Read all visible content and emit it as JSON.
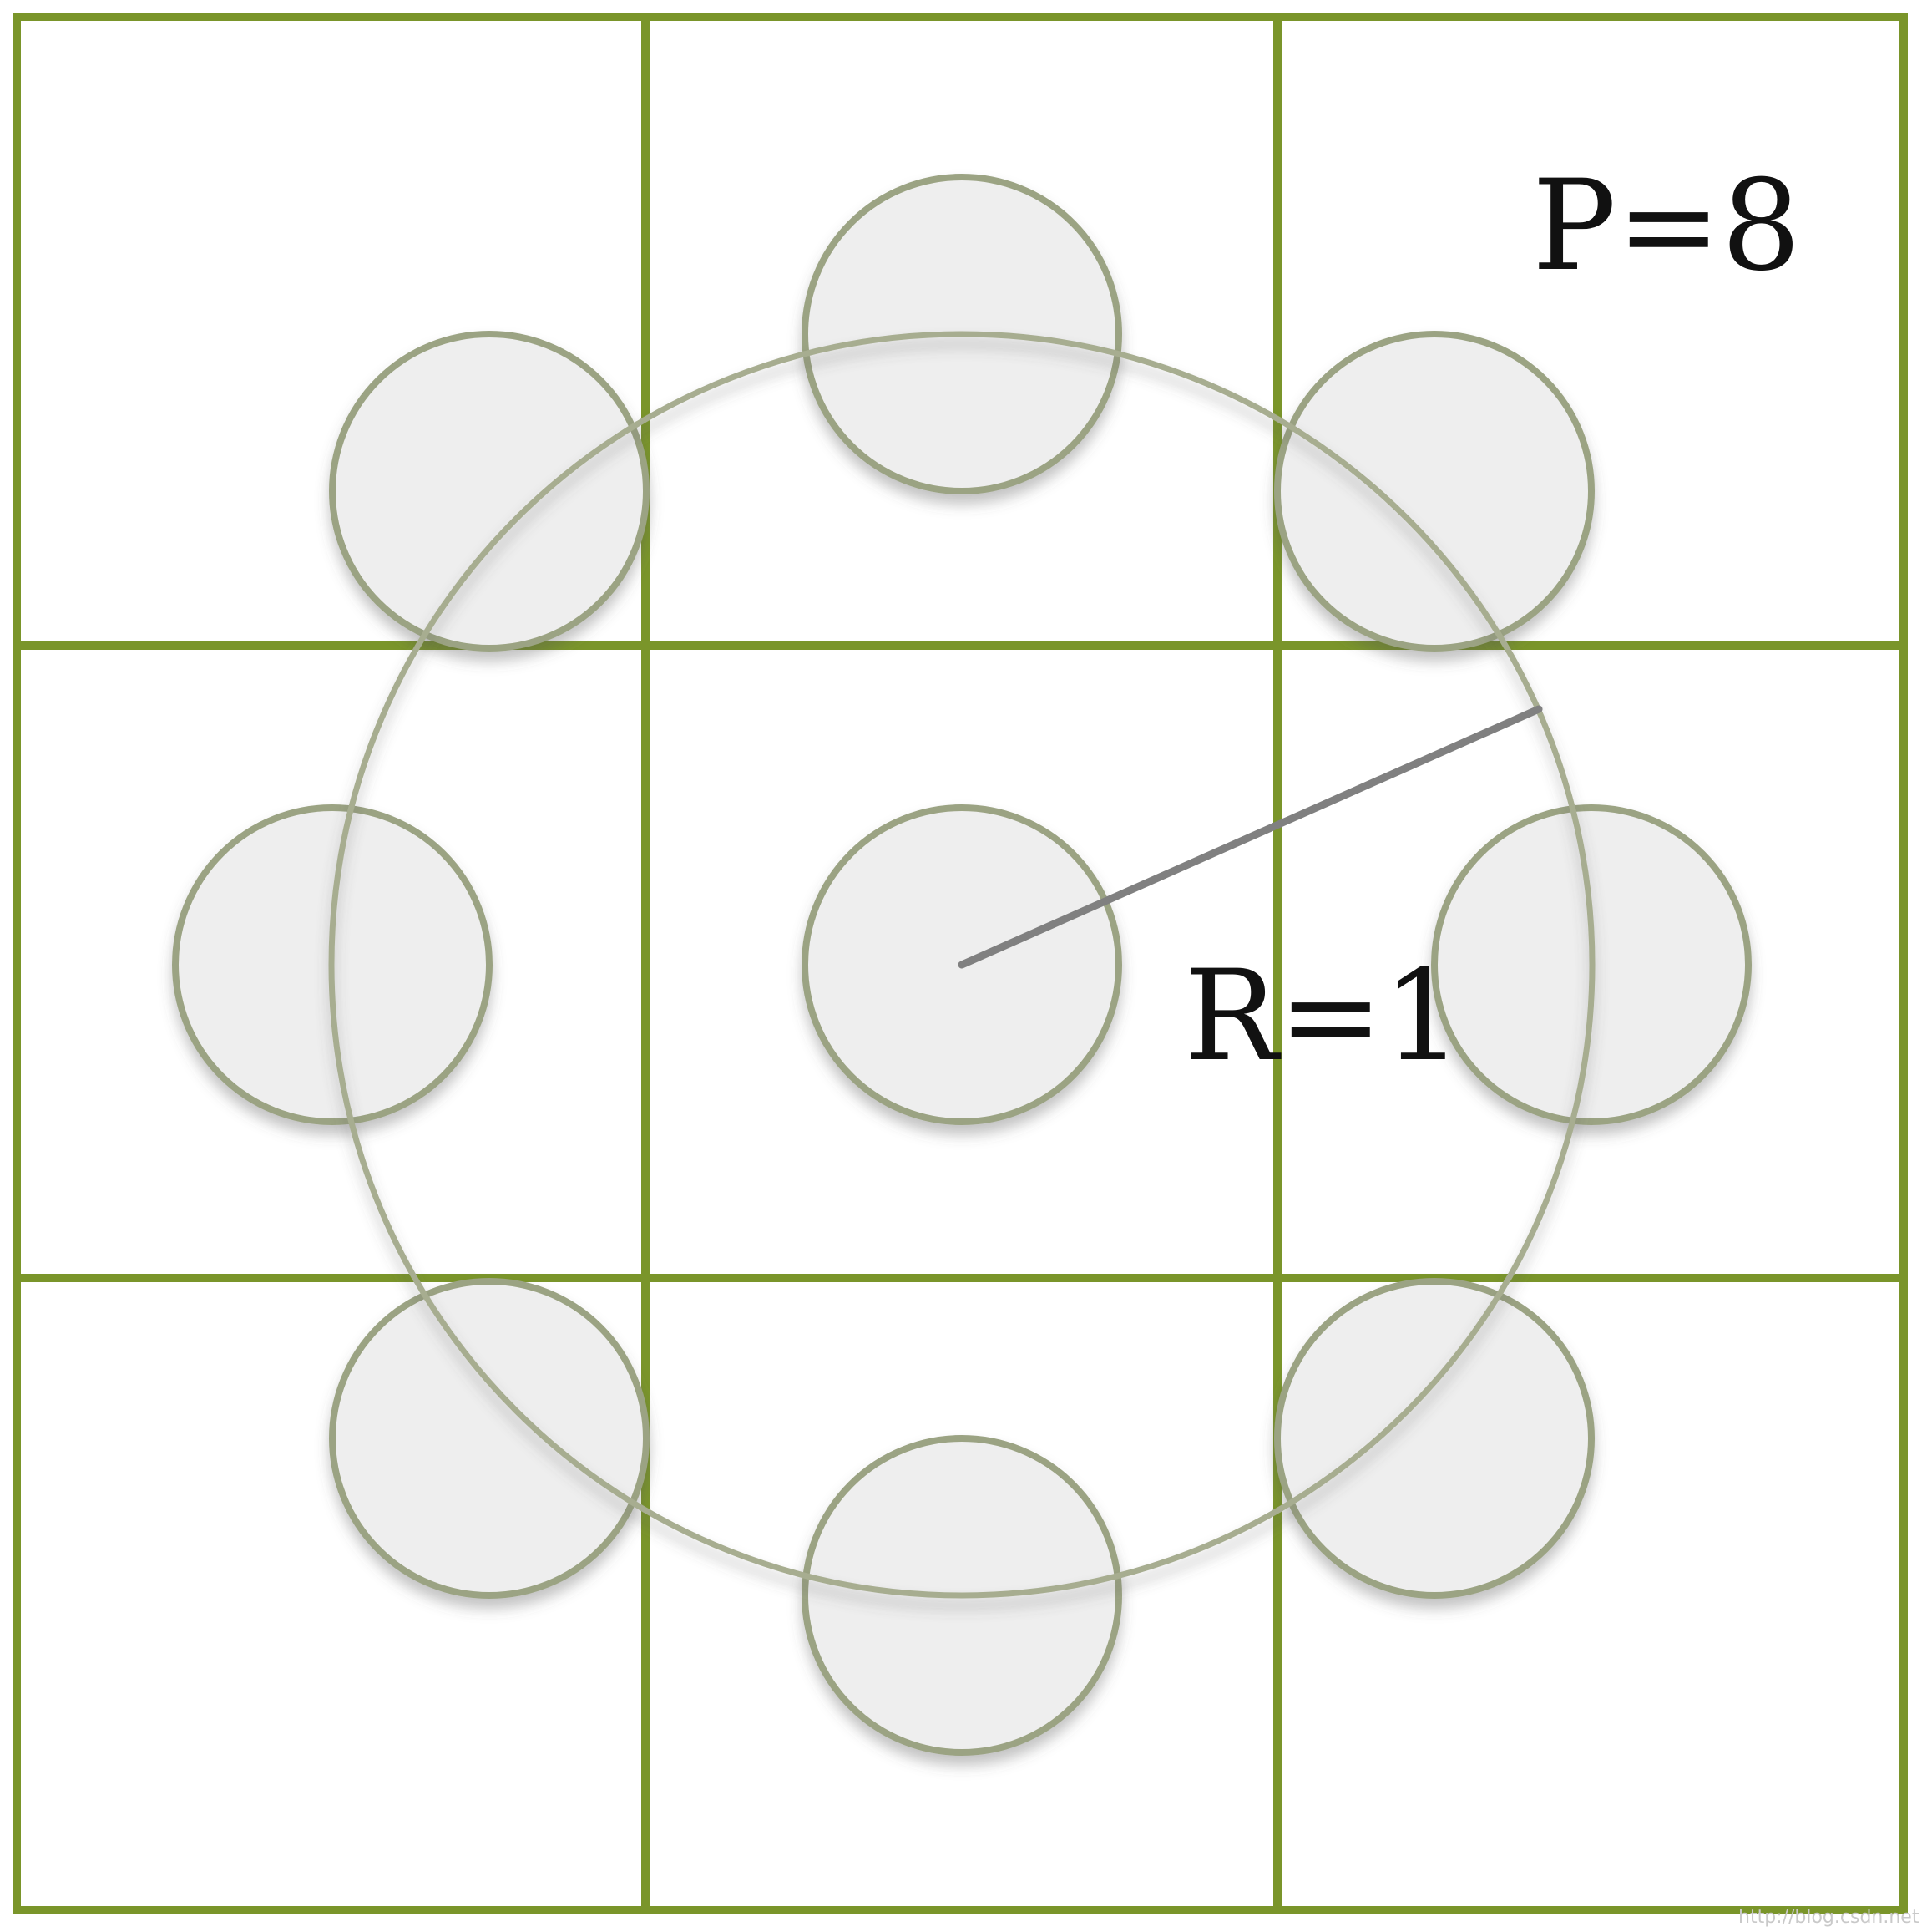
{
  "labels": {
    "p": "P=8",
    "r": "R=1",
    "watermark": "http://blog.csdn.net"
  },
  "params": {
    "P": 8,
    "R": 1
  },
  "colors": {
    "grid": "#7a952a",
    "circle_fill": "#eeeeee",
    "circle_stroke": "#9ba383",
    "ring": "#a7ad90",
    "radius": "#808080",
    "text": "#111111"
  }
}
